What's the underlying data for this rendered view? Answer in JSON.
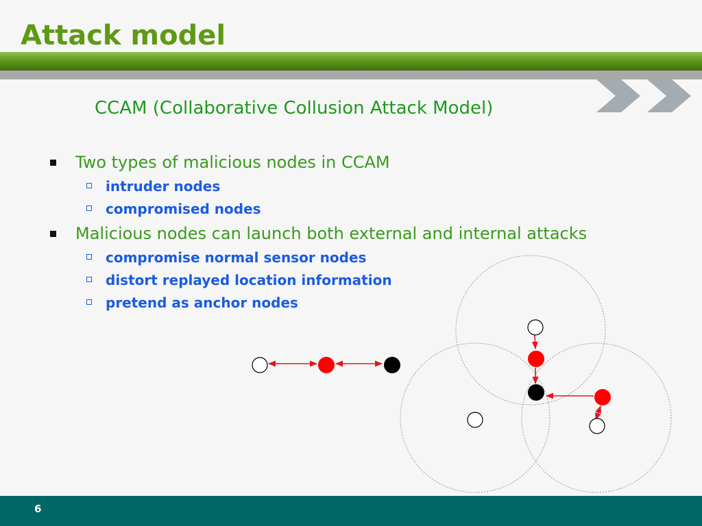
{
  "slide": {
    "title": "Attack model",
    "subtitle": "CCAM (Collaborative Collusion Attack Model)",
    "page_number": "6"
  },
  "bullets": [
    {
      "text": "Two types of malicious nodes in CCAM",
      "sub": [
        "intruder nodes",
        "compromised nodes"
      ]
    },
    {
      "text": "Malicious nodes can launch both external and internal attacks",
      "sub": [
        "compromise normal sensor nodes",
        "distort replayed location information",
        "pretend as anchor nodes"
      ]
    }
  ],
  "colors": {
    "title": "#5e9a16",
    "subtitle": "#1f9a1f",
    "bullet_text": "#3a9a1e",
    "sub_bullet_text": "#1a5ce0",
    "malicious_node": "#ff0000",
    "compromised_node": "#000000",
    "normal_node": "#ffffff",
    "arrow": "#e8141c",
    "footer": "#026666"
  },
  "icons": {
    "bullet_l1": "square-bullet-icon",
    "bullet_l2": "hollow-square-bullet-icon",
    "header_decoration": "double-chevron-icon"
  }
}
